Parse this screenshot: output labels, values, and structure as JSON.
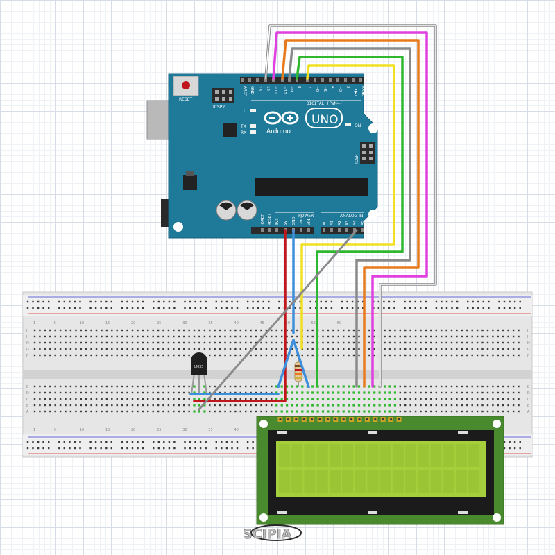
{
  "arduino": {
    "reset_label": "RESET",
    "icsp2_label": "ICSP2",
    "icsp_label": "ICSP",
    "led_l": "L",
    "led_tx": "TX",
    "led_rx": "RX",
    "led_on": "ON",
    "brand": "Arduino",
    "model": "UNO",
    "digital_label": "DIGITAL (PWM=~)",
    "power_label": "POWER",
    "analog_label": "ANALOG IN",
    "digital_pins": [
      "AREF",
      "GND",
      "13",
      "12",
      "~11",
      "~10",
      "~9",
      "8",
      "7",
      "~6",
      "~5",
      "4",
      "~3",
      "2",
      "TX▶1",
      "RX◀0"
    ],
    "power_pins": [
      "IOREF",
      "RESET",
      "3V3",
      "5V",
      "GND",
      "GND",
      "VIN"
    ],
    "analog_pins": [
      "A0",
      "A1",
      "A2",
      "A3",
      "A4",
      "A5"
    ]
  },
  "breadboard": {
    "column_numbers": [
      "1",
      "5",
      "10",
      "15",
      "20",
      "25",
      "30",
      "35",
      "40",
      "45",
      "50",
      "55",
      "60"
    ],
    "row_letters_top": [
      "J",
      "I",
      "H",
      "G",
      "F"
    ],
    "row_letters_bottom": [
      "E",
      "D",
      "C",
      "B",
      "A"
    ]
  },
  "sensor": {
    "label": "LM35"
  },
  "watermark": {
    "text": "SCIPIA"
  },
  "colors": {
    "board": "#1f7a99",
    "lcd_pcb": "#4a8a2e",
    "lcd_screen": "#a6cf3c",
    "wire_red": "#c0161c",
    "wire_blue": "#3d8fdc",
    "wire_yellow": "#f0e020",
    "wire_green": "#2fb82f",
    "wire_gray": "#8a8a8a",
    "wire_orange": "#e87a1e",
    "wire_magenta": "#e040e0",
    "wire_white": "#d8d8d8"
  }
}
